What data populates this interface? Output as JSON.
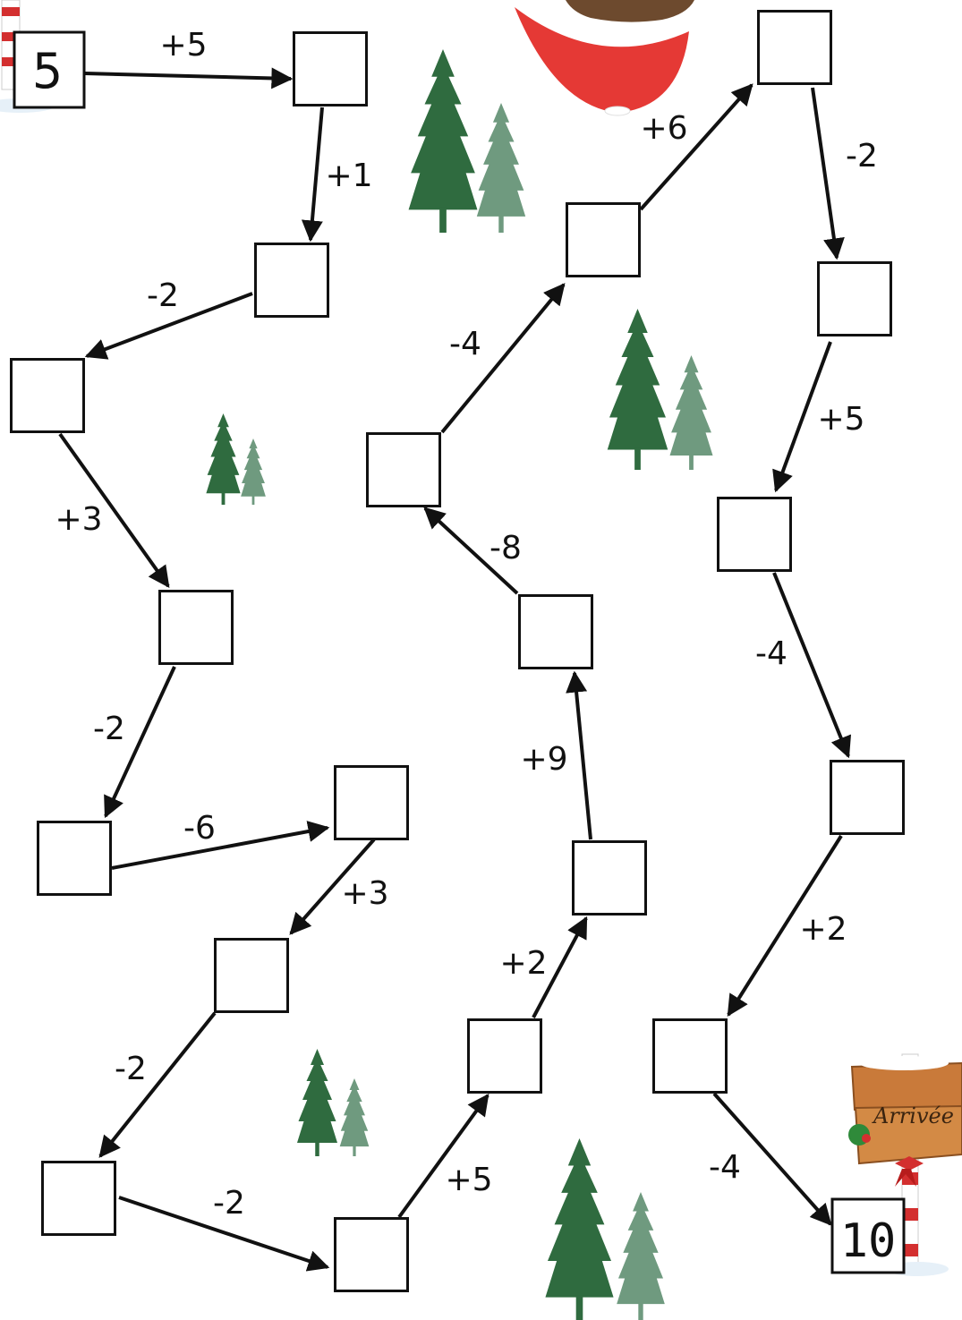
{
  "game": {
    "start_value": "5",
    "end_value": "10",
    "finish_sign": "Arrivée",
    "operations": {
      "op1": "+5",
      "op2": "+1",
      "op3": "-2",
      "op4": "+3",
      "op5": "-2",
      "op6": "-6",
      "op7": "+3",
      "op8": "-2",
      "op9": "-2",
      "op10": "+5",
      "op11": "+2",
      "op12": "+9",
      "op13": "-8",
      "op14": "-4",
      "op15": "+6",
      "op16": "-2",
      "op17": "+5",
      "op18": "-4",
      "op19": "+2",
      "op20": "-4"
    },
    "colors": {
      "tree_dark": "#2f6b3f",
      "tree_light": "#6f9a7f",
      "santa_red": "#e53935",
      "sign_wood": "#c97a3a",
      "candy_red": "#d32f2f"
    }
  }
}
